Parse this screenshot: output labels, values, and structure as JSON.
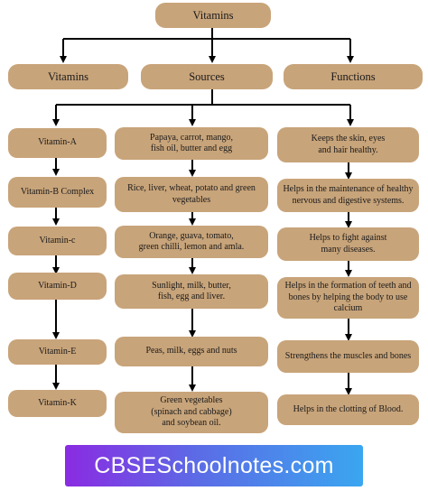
{
  "title": "Vitamins",
  "headers": {
    "vitamins": "Vitamins",
    "sources": "Sources",
    "functions": "Functions"
  },
  "rows": [
    {
      "vitamin": "Vitamin-A",
      "source": "Papaya, carrot, mango,\nfish oil, butter and egg",
      "function": "Keeps the skin, eyes\nand hair healthy."
    },
    {
      "vitamin": "Vitamin-B Complex",
      "source": "Rice, liver, wheat, potato and green\nvegetables",
      "function": "Helps in the maintenance of healthy\nnervous and digestive systems."
    },
    {
      "vitamin": "Vitamin-c",
      "source": "Orange, guava, tomato,\ngreen chilli, lemon and amla.",
      "function": "Helps to fight against\nmany diseases."
    },
    {
      "vitamin": "Vitamin-D",
      "source": "Sunlight, milk, butter,\nfish, egg and liver.",
      "function": "Helps in the formation of teeth and\nbones by helping the body to use\ncalcium"
    },
    {
      "vitamin": "Vitamin-E",
      "source": "Peas, milk, eggs and nuts",
      "function": "Strengthens the muscles and bones"
    },
    {
      "vitamin": "Vitamin-K",
      "source": "Green vegetables\n(spinach and cabbage)\nand soybean oil.",
      "function": "Helps in the clotting of Blood."
    }
  ],
  "watermark": "CBSESchoolnotes.com",
  "colors": {
    "box": "#c8a47a",
    "line": "#000000",
    "banner_start": "#8a2be2",
    "banner_end": "#3aa6f0"
  }
}
